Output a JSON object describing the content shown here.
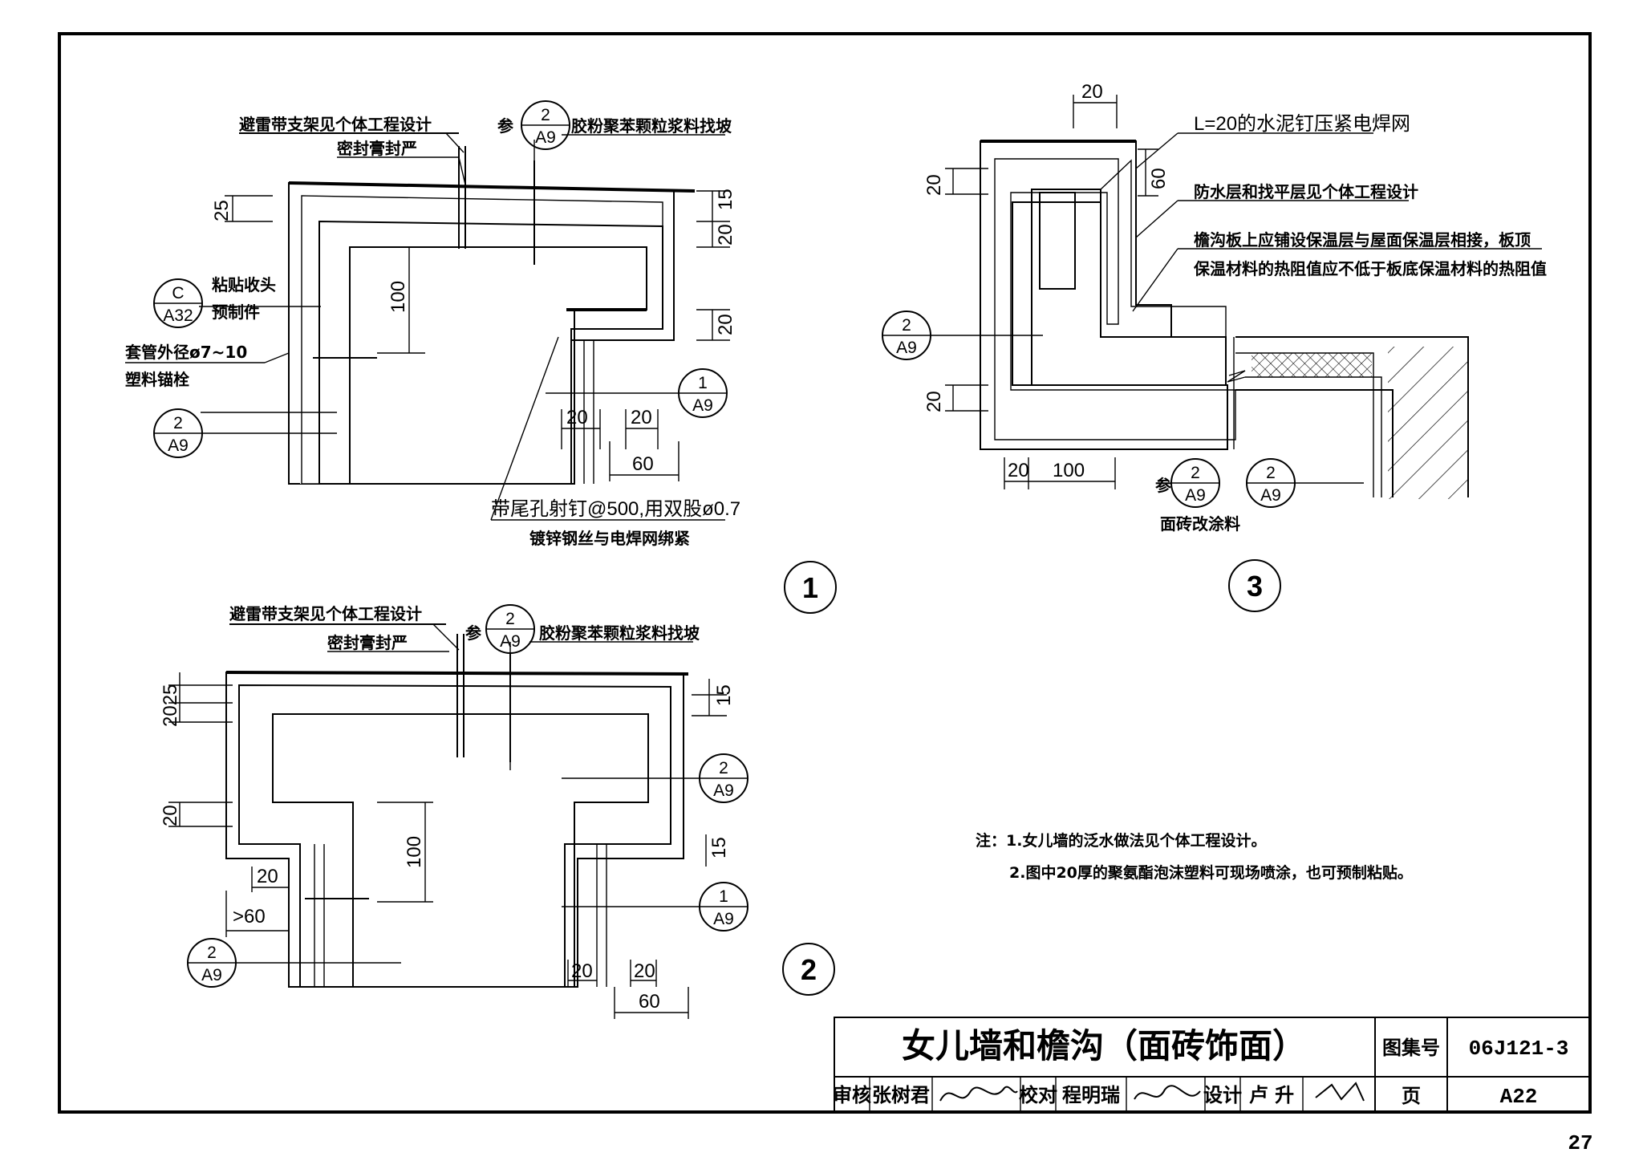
{
  "page_number": "27",
  "title_block": {
    "title": "女儿墙和檐沟（面砖饰面）",
    "atlas_label": "图集号",
    "atlas_value": "06J121-3",
    "page_label": "页",
    "page_value": "A22",
    "review_label": "审核",
    "reviewer": "张树君",
    "check_label": "校对",
    "checker": "程明瑞",
    "design_label": "设计",
    "designer": "卢 升"
  },
  "notes": [
    "注：1.女儿墙的泛水做法见个体工程设计。",
    "2.图中20厚的聚氨酯泡沫塑料可现场喷涂，也可预制粘贴。"
  ],
  "detail1": {
    "number": "1",
    "lightning": "避雷带支架见个体工程设计",
    "sealant": "密封膏封严",
    "ref_prefix": "参",
    "ref_mortar": "胶粉聚苯颗粒浆料找坡",
    "closing": "粘贴收头",
    "closing2": "预制件",
    "anchor": "套管外径ø7~10",
    "anchor2": "塑料锚栓",
    "nail": "带尾孔射钉@500,用双股ø0.7",
    "nail2": "镀锌钢丝与电焊网绑紧",
    "d25": "25",
    "d15": "15",
    "d20a": "20",
    "d20b": "20",
    "d100": "100",
    "d20c": "20",
    "d20d": "20",
    "d60": "60",
    "refs": [
      {
        "top": "2",
        "bottom": "A9"
      },
      {
        "top": "C",
        "bottom": "A32"
      },
      {
        "top": "2",
        "bottom": "A9"
      },
      {
        "top": "1",
        "bottom": "A9"
      }
    ]
  },
  "detail2": {
    "number": "2",
    "lightning": "避雷带支架见个体工程设计",
    "sealant": "密封膏封严",
    "ref_prefix": "参",
    "ref_mortar": "胶粉聚苯颗粒浆料找坡",
    "d2025": "2025",
    "d15": "15",
    "d20": "20",
    "d100": "100",
    "d15b": "15",
    "d20b": "20",
    "d60a": ">60",
    "d20c": "20",
    "d60b": "60",
    "refs": [
      {
        "top": "2",
        "bottom": "A9"
      },
      {
        "top": "2",
        "bottom": "A9"
      },
      {
        "top": "1",
        "bottom": "A9"
      },
      {
        "top": "2",
        "bottom": "A9"
      }
    ]
  },
  "detail3": {
    "number": "3",
    "nail_mesh": "L=20的水泥钉压紧电焊网",
    "waterproof": "防水层和找平层见个体工程设计",
    "gutter1": "檐沟板上应铺设保温层与屋面保温层相接，板顶",
    "gutter2": "保温材料的热阻值应不低于板底保温材料的热阻值",
    "ref_prefix": "参",
    "tile": "面砖改涂料",
    "d20top": "20",
    "d20a": "20",
    "d60": "60",
    "d20b": "20",
    "d20c": "20",
    "d100": "100",
    "refs": [
      {
        "top": "2",
        "bottom": "A9"
      },
      {
        "top": "2",
        "bottom": "A9"
      },
      {
        "top": "2",
        "bottom": "A9"
      }
    ]
  }
}
